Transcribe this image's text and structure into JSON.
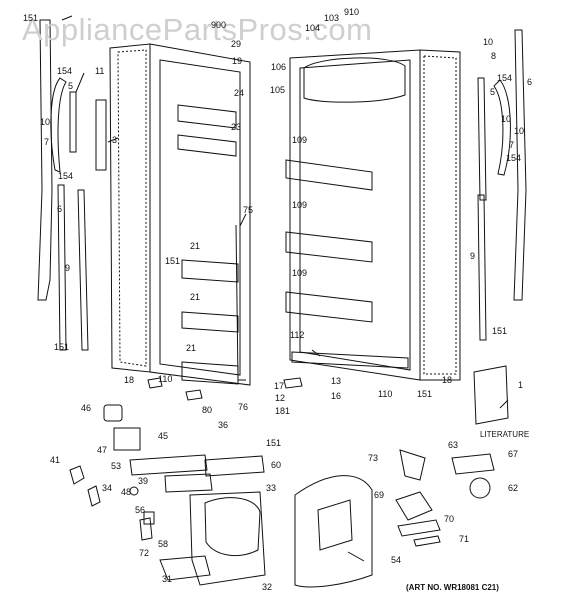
{
  "watermark": "AppliancePartsPros.com",
  "art_number": "(ART NO. WR18081 C21)",
  "literature_label": "LITERATURE",
  "callouts": {
    "c151a": "151",
    "c900": "900",
    "c29": "29",
    "c19": "19",
    "c104": "104",
    "c910": "910",
    "c103": "103",
    "c10a": "10",
    "c8": "8",
    "c154a": "154",
    "c11": "11",
    "c5a": "5",
    "c10b": "10",
    "c7a": "7",
    "c154b": "154",
    "c6a": "6",
    "c3": "3",
    "c24": "24",
    "c23": "23",
    "c106": "106",
    "c105": "105",
    "c109a": "109",
    "c109b": "109",
    "c109c": "109",
    "c75": "75",
    "c151b": "151",
    "c21a": "21",
    "c21b": "21",
    "c21c": "21",
    "c9a": "9",
    "c9b": "9",
    "c151c": "151",
    "c18a": "18",
    "c110a": "110",
    "c80": "80",
    "c76": "76",
    "c112": "112",
    "c13": "13",
    "c17": "17",
    "c12": "12",
    "c16": "16",
    "c181": "181",
    "c110b": "110",
    "c151d": "151",
    "c18b": "18",
    "c1": "1",
    "c154c": "154",
    "c6b": "6",
    "c5b": "5",
    "c10c": "10",
    "c10d": "10",
    "c7b": "7",
    "c154d": "154",
    "c151e": "151",
    "c46": "46",
    "c45": "45",
    "c36": "36",
    "c47": "47",
    "c151f": "151",
    "c53": "53",
    "c60": "60",
    "c41": "41",
    "c39": "39",
    "c33": "33",
    "c34": "34",
    "c48": "48",
    "c56": "56",
    "c58": "58",
    "c72": "72",
    "c31": "31",
    "c32": "32",
    "c54": "54",
    "c73": "73",
    "c63": "63",
    "c67": "67",
    "c62": "62",
    "c69": "69",
    "c70": "70",
    "c71": "71"
  }
}
